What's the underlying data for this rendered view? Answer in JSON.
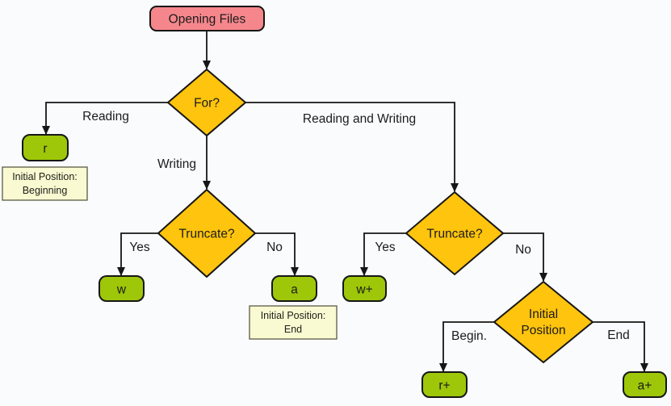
{
  "title": "File opening modes flowchart",
  "colors": {
    "background": "#FAFBFD",
    "start_fill": "#F5878C",
    "decision_fill": "#FFC40D",
    "mode_fill": "#9EC709",
    "note_fill": "#FAFAD2",
    "line": "#161616"
  },
  "nodes": {
    "start": {
      "label": "Opening Files"
    },
    "for_decision": {
      "label": "For?"
    },
    "truncate_left": {
      "label": "Truncate?"
    },
    "truncate_right": {
      "label": "Truncate?"
    },
    "initial_position_decision": {
      "line1": "Initial",
      "line2": "Position"
    },
    "mode_r": {
      "label": "r"
    },
    "mode_w": {
      "label": "w"
    },
    "mode_a": {
      "label": "a"
    },
    "mode_w_plus": {
      "label": "w+"
    },
    "mode_r_plus": {
      "label": "r+"
    },
    "mode_a_plus": {
      "label": "a+"
    }
  },
  "edge_labels": {
    "reading": "Reading",
    "writing": "Writing",
    "reading_and_writing": "Reading and Writing",
    "yes_left": "Yes",
    "no_left": "No",
    "yes_right": "Yes",
    "no_right": "No",
    "begin": "Begin.",
    "end": "End"
  },
  "notes": {
    "beginning": {
      "line1": "Initial Position:",
      "line2": "Beginning"
    },
    "end": {
      "line1": "Initial Position:",
      "line2": "End"
    }
  }
}
